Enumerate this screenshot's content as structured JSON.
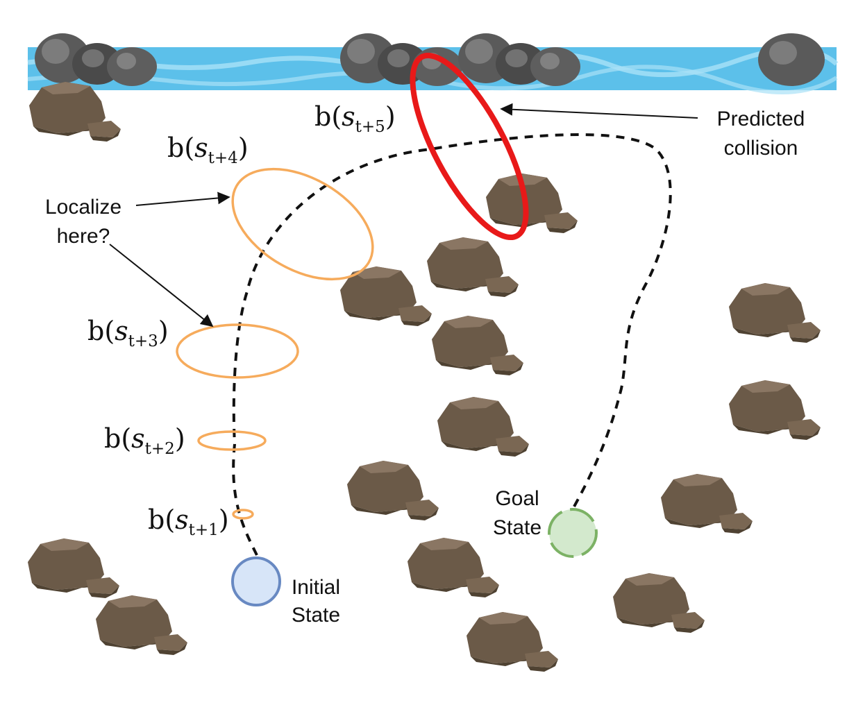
{
  "colors": {
    "water": "#5cc0ea",
    "water_light": "#a9e1f7",
    "river_rock": "#646464",
    "rock": "#6b5a48",
    "rock_dark": "#4f4232",
    "rock_light": "#8a7663",
    "belief": "#f6ab5c",
    "collision": "#e81919",
    "initial_fill": "#d7e5f8",
    "initial_stroke": "#6889c2",
    "goal_fill": "#d3e9cd",
    "goal_stroke": "#7cb265",
    "path": "#111111"
  },
  "labels": {
    "b5": {
      "prefix": "b(",
      "var": "s",
      "sub": "t+5",
      "suffix": ")"
    },
    "b4": {
      "prefix": "b(",
      "var": "s",
      "sub": "t+4",
      "suffix": ")"
    },
    "b3": {
      "prefix": "b(",
      "var": "s",
      "sub": "t+3",
      "suffix": ")"
    },
    "b2": {
      "prefix": "b(",
      "var": "s",
      "sub": "t+2",
      "suffix": ")"
    },
    "b1": {
      "prefix": "b(",
      "var": "s",
      "sub": "t+1",
      "suffix": ")"
    },
    "predicted_line1": "Predicted",
    "predicted_line2": "collision",
    "localize_line1": "Localize",
    "localize_line2": "here?",
    "initial_line1": "Initial",
    "initial_line2": "State",
    "goal_line1": "Goal",
    "goal_line2": "State"
  }
}
